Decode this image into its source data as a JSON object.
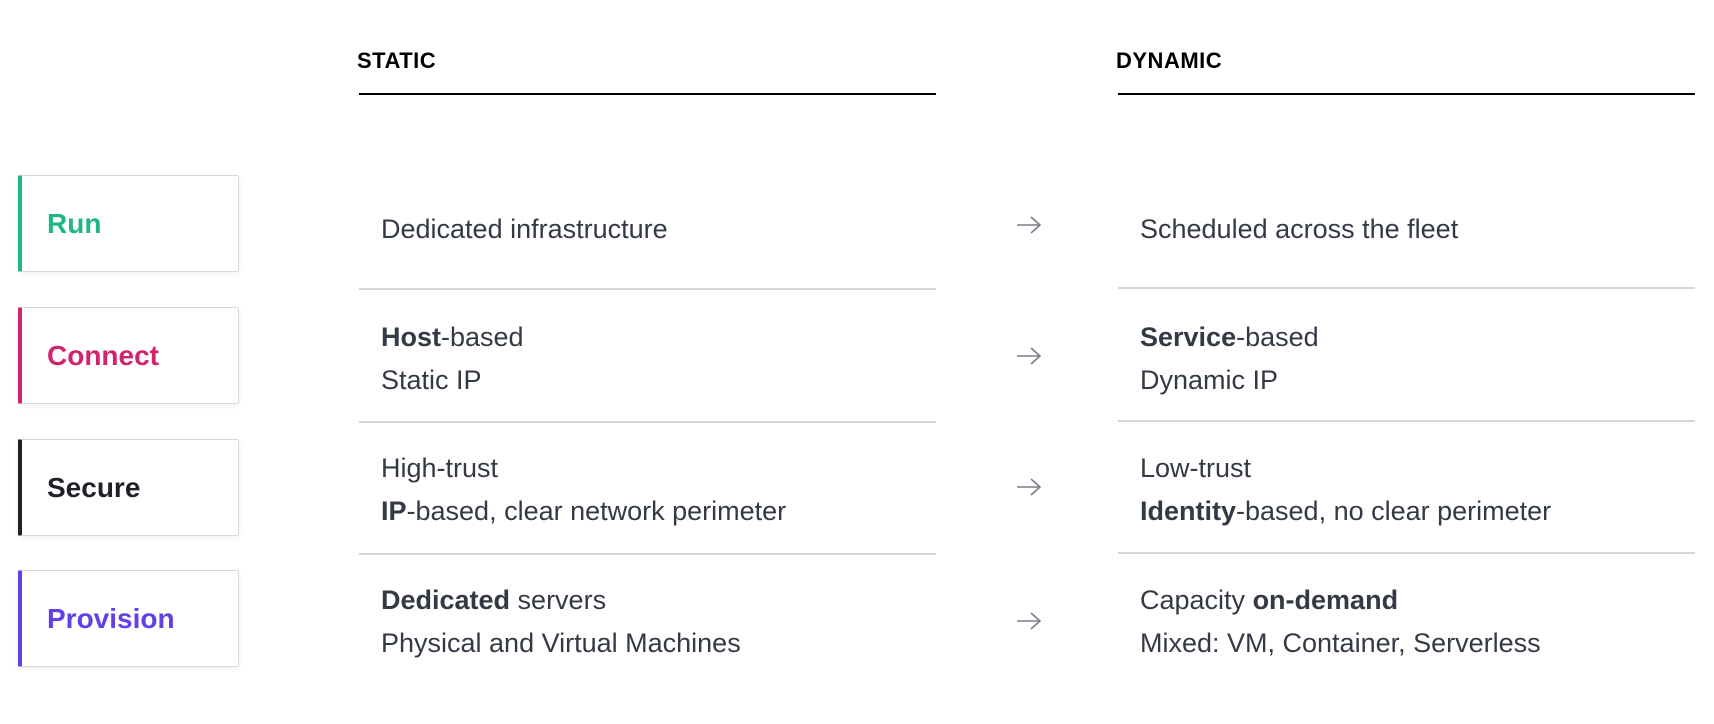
{
  "columns": {
    "static": "STATIC",
    "dynamic": "DYNAMIC"
  },
  "colors": {
    "run": "#1eb980",
    "connect": "#d2236f",
    "secure": "#1f2129",
    "provision": "#6140e8"
  },
  "rows": [
    {
      "label": "Run",
      "static": [
        [
          {
            "t": "Dedicated infrastructure",
            "b": false
          }
        ]
      ],
      "dynamic": [
        [
          {
            "t": "Scheduled across the fleet",
            "b": false
          }
        ]
      ]
    },
    {
      "label": "Connect",
      "static": [
        [
          {
            "t": "Host",
            "b": true
          },
          {
            "t": "-based",
            "b": false
          }
        ],
        [
          {
            "t": "Static IP",
            "b": false
          }
        ]
      ],
      "dynamic": [
        [
          {
            "t": "Service",
            "b": true
          },
          {
            "t": "-based",
            "b": false
          }
        ],
        [
          {
            "t": "Dynamic IP",
            "b": false
          }
        ]
      ]
    },
    {
      "label": "Secure",
      "static": [
        [
          {
            "t": "High-trust",
            "b": false
          }
        ],
        [
          {
            "t": "IP",
            "b": true
          },
          {
            "t": "-based, clear network perimeter",
            "b": false
          }
        ]
      ],
      "dynamic": [
        [
          {
            "t": "Low-trust",
            "b": false
          }
        ],
        [
          {
            "t": "Identity",
            "b": true
          },
          {
            "t": "-based, no clear perimeter",
            "b": false
          }
        ]
      ]
    },
    {
      "label": "Provision",
      "static": [
        [
          {
            "t": "Dedicated",
            "b": true
          },
          {
            "t": " servers",
            "b": false
          }
        ],
        [
          {
            "t": "Physical and Virtual Machines",
            "b": false
          }
        ]
      ],
      "dynamic": [
        [
          {
            "t": "Capacity ",
            "b": false
          },
          {
            "t": "on-demand",
            "b": true
          }
        ],
        [
          {
            "t": "Mixed: VM, Container, Serverless",
            "b": false
          }
        ]
      ]
    }
  ]
}
